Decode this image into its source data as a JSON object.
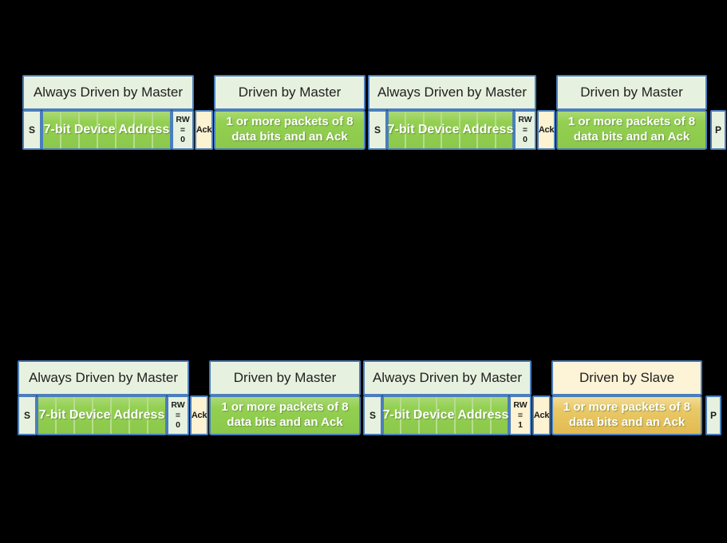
{
  "colors": {
    "background": "#000000",
    "border_blue": "#4a7ebc",
    "pale_green_fill": "#e7f1df",
    "green_fill": "#92d050",
    "green_divider": "#b7dd8d",
    "cream_fill": "#fdf2d1",
    "gold_fill": "#e9c45f",
    "slave_header_fill": "#fdf3d6",
    "header_text": "#1f1f1f",
    "packet_text": "#ffffff"
  },
  "diagrams": [
    {
      "id": "i2c-write-transaction",
      "segments": {
        "g1": {
          "header": "Always Driven by Master",
          "start": "S",
          "address": "7-bit Device Address",
          "address_bits": 7,
          "rw_prefix": "RW =",
          "rw_value": "0"
        },
        "ack1": "Ack",
        "g2": {
          "header": "Driven by Master",
          "payload": "1 or more packets of 8 data bits and an Ack"
        },
        "g3": {
          "header": "Always Driven by Master",
          "start": "S",
          "address": "7-bit Device Address",
          "address_bits": 7,
          "rw_prefix": "RW =",
          "rw_value": "0"
        },
        "ack2": "Ack",
        "g4": {
          "header": "Driven by Master",
          "payload": "1 or more packets of 8 data bits and an Ack"
        },
        "stop": "P"
      }
    },
    {
      "id": "i2c-read-transaction",
      "segments": {
        "g1": {
          "header": "Always Driven by Master",
          "start": "S",
          "address": "7-bit Device Address",
          "address_bits": 7,
          "rw_prefix": "RW =",
          "rw_value": "0"
        },
        "ack1": "Ack",
        "g2": {
          "header": "Driven by Master",
          "payload": "1 or more packets of 8 data bits and an Ack"
        },
        "g3": {
          "header": "Always Driven by Master",
          "start": "S",
          "address": "7-bit Device Address",
          "address_bits": 7,
          "rw_prefix": "RW =",
          "rw_value": "1"
        },
        "ack2": "Ack",
        "g4": {
          "header": "Driven by Slave",
          "payload": "1 or more packets of 8 data bits and an Ack"
        },
        "stop": "P"
      }
    }
  ]
}
